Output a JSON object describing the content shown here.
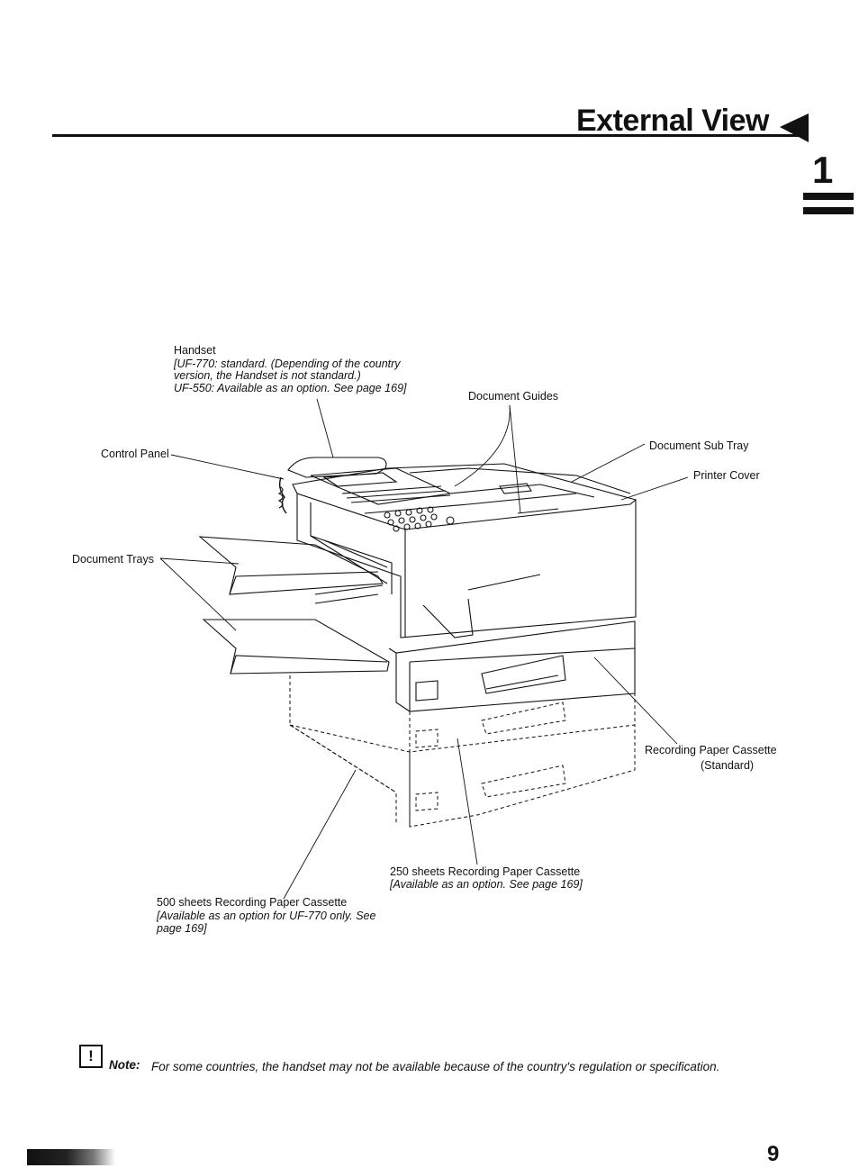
{
  "page": {
    "title": "External View",
    "chapter": "1",
    "page_number": "9"
  },
  "labels": {
    "handset": {
      "name": "Handset",
      "line1": "[UF-770: standard. (Depending of the country",
      "line2": "version, the Handset is not standard.)",
      "line3": "UF-550: Available as an option. See page 169]"
    },
    "document_guides": "Document Guides",
    "control_panel": "Control Panel",
    "document_sub_tray": "Document Sub Tray",
    "printer_cover": "Printer Cover",
    "document_trays": "Document Trays",
    "recording_cassette_line1": "Recording Paper Cassette",
    "recording_cassette_line2": "(Standard)",
    "cassette_250": {
      "line1": "250 sheets Recording Paper Cassette",
      "line2": "[Available as an option. See page 169]"
    },
    "cassette_500": {
      "line1": "500 sheets Recording Paper Cassette",
      "line2": "[Available as an option for UF-770 only. See",
      "line3": "page 169]"
    }
  },
  "note": {
    "icon": "exclamation-box-icon",
    "icon_glyph": "!",
    "label": "Note:",
    "text": "For some countries, the handset may not be available because of the country's regulation or specification."
  }
}
